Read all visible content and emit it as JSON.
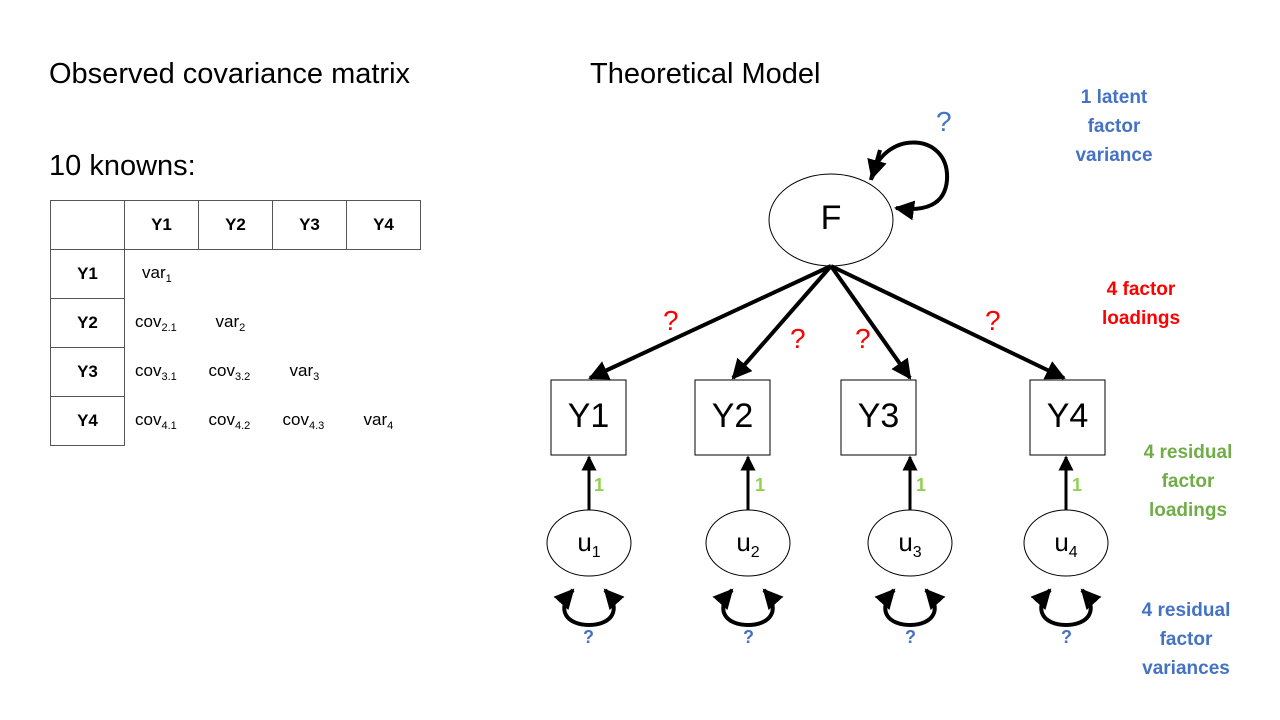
{
  "titles": {
    "observed": "Observed covariance matrix",
    "theoretical": "Theoretical Model",
    "knowns": "10 knowns:"
  },
  "matrix": {
    "columns": [
      "Y1",
      "Y2",
      "Y3",
      "Y4"
    ],
    "rows": [
      {
        "label": "Y1",
        "cells": [
          [
            "var",
            "1"
          ]
        ]
      },
      {
        "label": "Y2",
        "cells": [
          [
            "cov",
            "2.1"
          ],
          [
            "var",
            "2"
          ]
        ]
      },
      {
        "label": "Y3",
        "cells": [
          [
            "cov",
            "3.1"
          ],
          [
            "cov",
            "3.2"
          ],
          [
            "var",
            "3"
          ]
        ]
      },
      {
        "label": "Y4",
        "cells": [
          [
            "cov",
            "4.1"
          ],
          [
            "cov",
            "4.2"
          ],
          [
            "cov",
            "4.3"
          ],
          [
            "var",
            "4"
          ]
        ]
      }
    ]
  },
  "model": {
    "latent": "F",
    "observed": [
      "Y1",
      "Y2",
      "Y3",
      "Y4"
    ],
    "residuals": [
      [
        "u",
        "1"
      ],
      [
        "u",
        "2"
      ],
      [
        "u",
        "3"
      ],
      [
        "u",
        "4"
      ]
    ],
    "unknown_mark": "?",
    "fixed_loading": "1"
  },
  "annotations": {
    "latent_variance": [
      "1 latent",
      "factor",
      "variance"
    ],
    "factor_loadings": [
      "4 factor",
      "loadings"
    ],
    "residual_loadings": [
      "4 residual",
      "factor",
      "loadings"
    ],
    "residual_variances": [
      "4 residual",
      "factor",
      "variances"
    ]
  },
  "colors": {
    "blue": "#4472c4",
    "red": "#ff0000",
    "green": "#70ad47",
    "light_green": "#92d050"
  }
}
